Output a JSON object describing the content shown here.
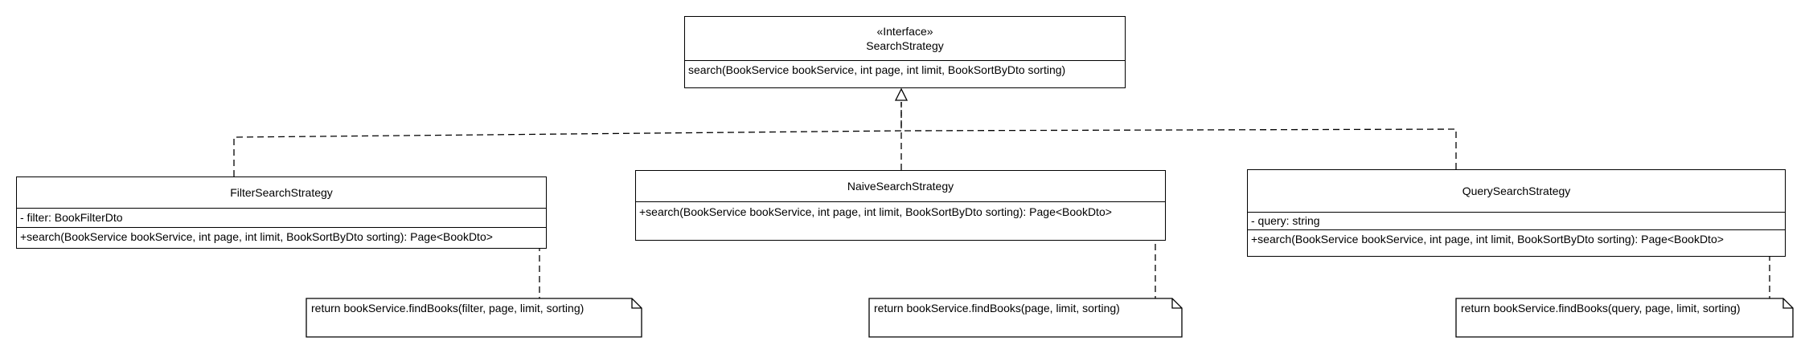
{
  "diagram": {
    "interface": {
      "stereotype": "«Interface»",
      "name": "SearchStrategy",
      "operation": "search(BookService bookService, int page, int limit, BookSortByDto sorting)"
    },
    "classes": [
      {
        "name": "FilterSearchStrategy",
        "attribute": "- filter: BookFilterDto",
        "operation": "+search(BookService bookService, int page, int limit, BookSortByDto sorting): Page<BookDto>"
      },
      {
        "name": "NaiveSearchStrategy",
        "operation": "+search(BookService bookService, int page, int limit, BookSortByDto sorting): Page<BookDto>"
      },
      {
        "name": "QuerySearchStrategy",
        "attribute": "- query: string",
        "operation": "+search(BookService bookService, int page, int limit, BookSortByDto sorting): Page<BookDto>"
      }
    ],
    "notes": [
      "return bookService.findBooks(filter, page, limit, sorting)",
      "return bookService.findBooks(page, limit, sorting)",
      "return bookService.findBooks(query, page, limit, sorting)"
    ]
  }
}
